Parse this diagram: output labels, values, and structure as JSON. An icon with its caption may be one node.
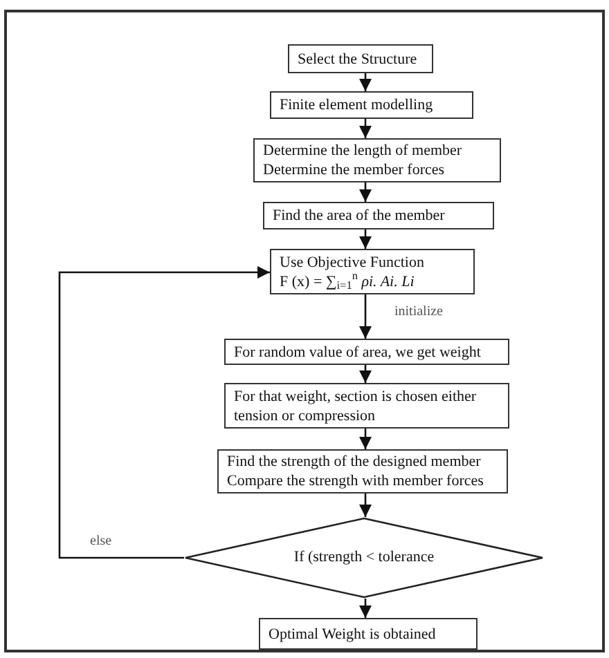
{
  "diagram": {
    "nodes": [
      {
        "text": [
          "Select the Structure"
        ]
      },
      {
        "text": [
          "Finite element modelling"
        ]
      },
      {
        "text": [
          "Determine the length of member",
          "Determine the member forces"
        ]
      },
      {
        "text": [
          "Find the area of the member"
        ]
      },
      {
        "text": [
          "Use Objective Function",
          "F (x) = ∑$_{i=1}$$^{n}$ *ρi. Ai. Li*"
        ]
      },
      {
        "text": [
          "For random value of area, we get weight"
        ]
      },
      {
        "text": [
          "For that weight, section is chosen either tension or compression"
        ]
      },
      {
        "text": [
          "Find the strength of the designed member",
          "Compare the strength with member forces"
        ]
      },
      {
        "text": [
          "If (strength < tolerance"
        ]
      },
      {
        "text": [
          "Optimal Weight is obtained"
        ]
      }
    ],
    "edges": [
      {
        "from": 0,
        "to": 1,
        "arrow": "to"
      },
      {
        "from": 1,
        "to": 2,
        "arrow": "to"
      },
      {
        "from": 2,
        "to": 3,
        "arrow": "to"
      },
      {
        "from": 3,
        "to": 4,
        "arrow": "to"
      },
      {
        "from": 4,
        "to": 5,
        "arrow": "to",
        "label": "initialize"
      },
      {
        "from": 5,
        "to": 6,
        "arrow": "to"
      },
      {
        "from": 6,
        "to": 7,
        "arrow": "to"
      },
      {
        "from": 7,
        "to": 8,
        "arrow": "to"
      },
      {
        "from": 8,
        "to": 9,
        "arrow": "to"
      },
      {
        "from": 8,
        "to": 4,
        "arrow": "to",
        "label": "else"
      }
    ]
  }
}
